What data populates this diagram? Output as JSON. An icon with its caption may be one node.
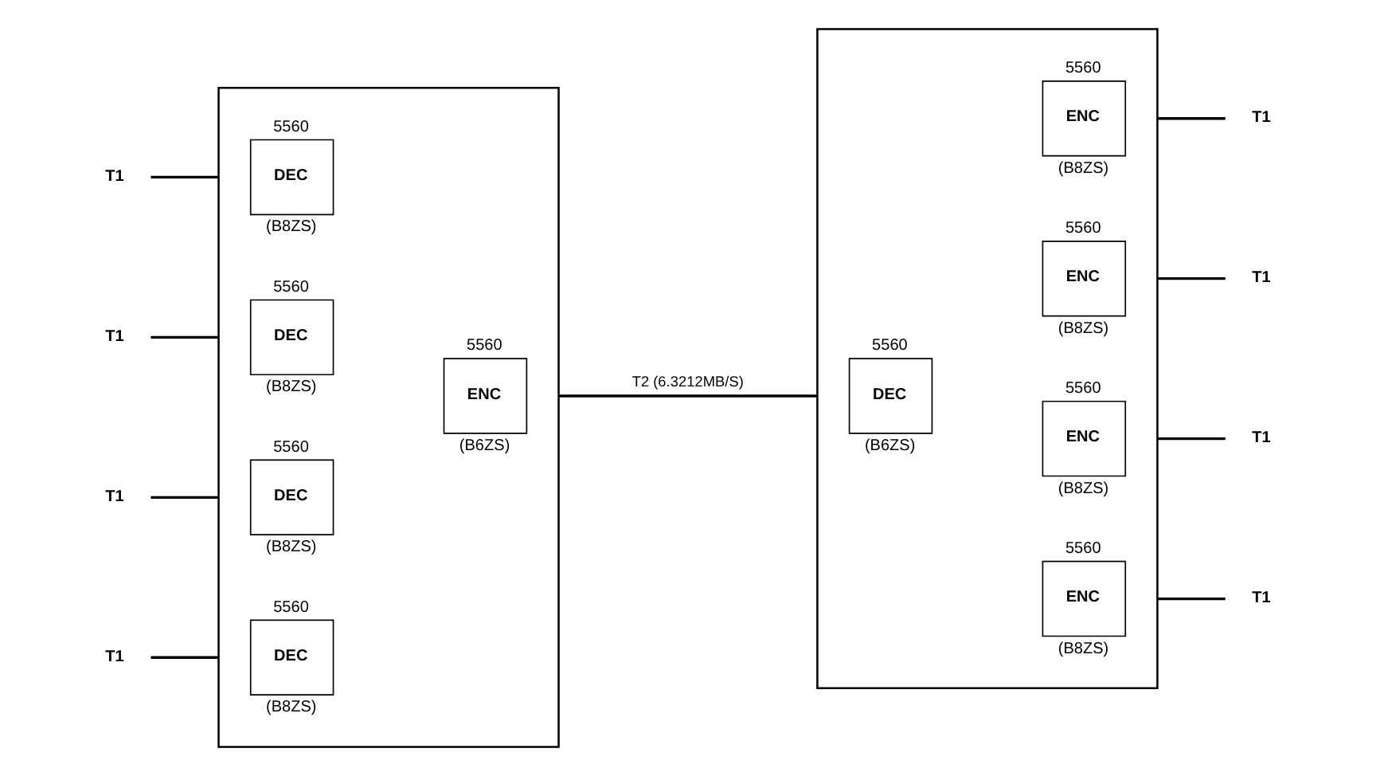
{
  "diagram": {
    "nodes": [
      {
        "text": [
          "T1"
        ]
      },
      {
        "text": [
          "T1"
        ]
      },
      {
        "text": [
          "T1"
        ]
      },
      {
        "text": [
          "T1"
        ]
      },
      {
        "text": [],
        "shape": "box"
      },
      {
        "text": [
          "5560",
          "DEC"
        ],
        "beside": [
          "(B8ZS)"
        ],
        "in": 4
      },
      {
        "text": [
          "5560",
          "DEC"
        ],
        "beside": [
          "(B8ZS)"
        ],
        "in": 4
      },
      {
        "text": [
          "5560",
          "DEC"
        ],
        "beside": [
          "(B8ZS)"
        ],
        "in": 4
      },
      {
        "text": [
          "5560",
          "DEC"
        ],
        "beside": [
          "(B8ZS)"
        ],
        "in": 4
      },
      {
        "text": [
          "5560",
          "ENC"
        ],
        "beside": [
          "(B6ZS)"
        ],
        "in": 4
      },
      {
        "text": [],
        "shape": "box"
      },
      {
        "text": [
          "5560",
          "DEC"
        ],
        "beside": [
          "(B6ZS)"
        ],
        "in": 10
      },
      {
        "text": [
          "5560",
          "ENC"
        ],
        "beside": [
          "(B8ZS)"
        ],
        "in": 10
      },
      {
        "text": [
          "5560",
          "ENC"
        ],
        "beside": [
          "(B8ZS)"
        ],
        "in": 10
      },
      {
        "text": [
          "5560",
          "ENC"
        ],
        "beside": [
          "(B8ZS)"
        ],
        "in": 10
      },
      {
        "text": [
          "5560",
          "ENC"
        ],
        "beside": [
          "(B8ZS)"
        ],
        "in": 10
      },
      {
        "text": [
          "T1"
        ]
      },
      {
        "text": [
          "T1"
        ]
      },
      {
        "text": [
          "T1"
        ]
      },
      {
        "text": [
          "T1"
        ]
      }
    ],
    "edges": [
      {
        "from": 0,
        "to": 4,
        "arrow": "none"
      },
      {
        "from": 1,
        "to": 4,
        "arrow": "none"
      },
      {
        "from": 2,
        "to": 4,
        "arrow": "none"
      },
      {
        "from": 3,
        "to": 4,
        "arrow": "none"
      },
      {
        "from": 4,
        "to": 10,
        "arrow": "none",
        "label": "T2 (6.3212MB/S)"
      },
      {
        "from": 10,
        "to": 16,
        "arrow": "none"
      },
      {
        "from": 10,
        "to": 17,
        "arrow": "none"
      },
      {
        "from": 10,
        "to": 18,
        "arrow": "none"
      },
      {
        "from": 10,
        "to": 19,
        "arrow": "none"
      }
    ]
  }
}
